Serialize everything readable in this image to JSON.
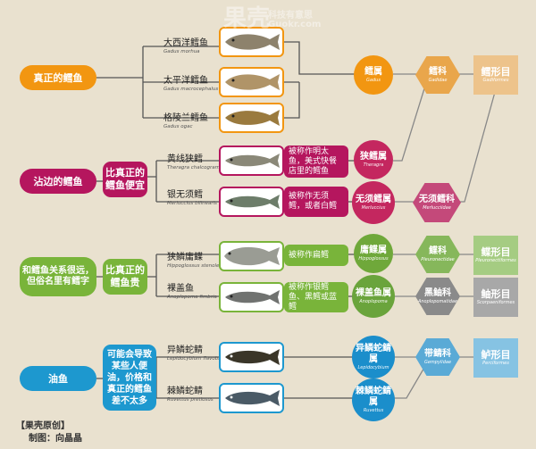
{
  "colors": {
    "orange": "#f29611",
    "magenta": "#b5165e",
    "green": "#79b43a",
    "blue": "#1d98cf",
    "gadus": "#f29611",
    "gadidae": "#e9a64b",
    "gadiformes": "#edc38b",
    "theragra": "#c4275f",
    "merluccius": "#c4275f",
    "merlucciidae": "#c4497a",
    "pleur": "#6fa83a",
    "pleur_fam": "#86b75b",
    "pleur_ord": "#a5cc82",
    "hexa": "#6aa43c",
    "hexa_fam": "#8a8a8a",
    "hexa_ord": "#a8a8a8",
    "perc": "#1b8ecb",
    "perc_fam": "#5aaad6",
    "perc_ord": "#86c3e3"
  },
  "categories": [
    {
      "label": "真正的鳕鱼"
    },
    {
      "label": "沾边的鳕鱼",
      "sub": "比真正的鳕鱼便宜"
    },
    {
      "label": "和鳕鱼关系很远，但俗名里有鳕字",
      "sub": "比真正的鳕鱼贵"
    },
    {
      "label": "油鱼",
      "sub": "可能会导致某些人便油，价格和真正的鳕鱼差不太多"
    }
  ],
  "species": [
    {
      "name": "大西洋鳕鱼",
      "latin": "Gadus morhua"
    },
    {
      "name": "太平洋鳕鱼",
      "latin": "Gadus macrocephalus"
    },
    {
      "name": "格陵兰鳕鱼",
      "latin": "Gadus ogac"
    },
    {
      "name": "黄线狭鳕",
      "latin": "Theragra chalcogramma",
      "desc": "被称作明太鱼，美式快餐店里的鳕鱼"
    },
    {
      "name": "银无须鳕",
      "latin": "Merluccius bilinearis",
      "desc": "被称作无须鳕，或者白鳕"
    },
    {
      "name": "狭鳞庸鲽",
      "latin": "Hippoglossus stenolepis",
      "desc": "被称作扁鳕"
    },
    {
      "name": "裸盖鱼",
      "latin": "Anoplopoma fimbria",
      "desc": "被称作银鳕鱼、黑鳕或蓝鳕"
    },
    {
      "name": "异鳞蛇鲭",
      "latin": "Lepidocybium flavobrunneum"
    },
    {
      "name": "棘鳞蛇鲭",
      "latin": "Ruvettus pretiosus"
    }
  ],
  "genera": [
    {
      "name": "鳕属",
      "latin": "Gadus"
    },
    {
      "name": "狭鳕属",
      "latin": "Theragra"
    },
    {
      "name": "无须鳕属",
      "latin": "Merluccius"
    },
    {
      "name": "庸鲽属",
      "latin": "Hippoglossus"
    },
    {
      "name": "裸盖鱼属",
      "latin": "Anoplopoma"
    },
    {
      "name": "异鳞蛇鲭属",
      "latin": "Lepidocybium"
    },
    {
      "name": "棘鳞蛇鲭属",
      "latin": "Ruvettus"
    }
  ],
  "families": [
    {
      "name": "鳕科",
      "latin": "Gadidae"
    },
    {
      "name": "无须鳕科",
      "latin": "Merlucciidae"
    },
    {
      "name": "鲽科",
      "latin": "Pleuronectidae"
    },
    {
      "name": "黑鲉科",
      "latin": "Anoplopomatidae"
    },
    {
      "name": "带鲭科",
      "latin": "Gempylidae"
    }
  ],
  "orders": [
    {
      "name": "鳕形目",
      "latin": "Gadiformes"
    },
    {
      "name": "鲽形目",
      "latin": "Pleuronectiformes"
    },
    {
      "name": "鲉形目",
      "latin": "Scorpaeniformes"
    },
    {
      "name": "鲈形目",
      "latin": "Perciformes"
    }
  ],
  "credit": {
    "line1": "【果壳原创】",
    "line2": "制图：向晶晶"
  },
  "watermark": {
    "big": "果壳",
    "small": "科技有意思",
    "url": "Guokr.com"
  }
}
